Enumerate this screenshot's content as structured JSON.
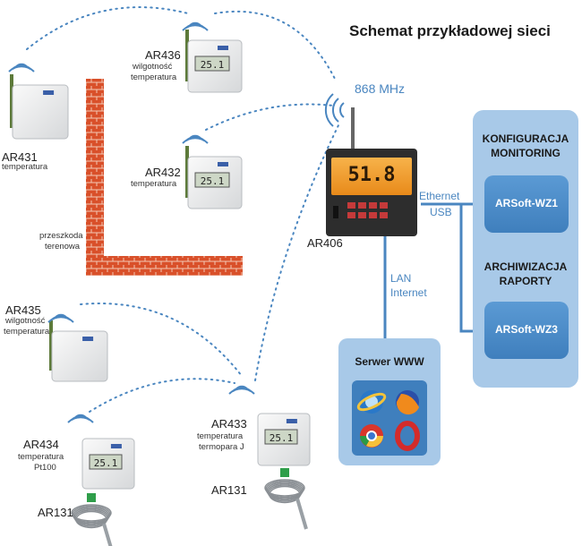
{
  "title": "Schemat przykładowej sieci",
  "frequency": "868 MHz",
  "devices": {
    "ar431": {
      "name": "AR431",
      "desc": "temperatura"
    },
    "ar436": {
      "name": "AR436",
      "desc1": "wilgotność",
      "desc2": "temperatura"
    },
    "ar432": {
      "name": "AR432",
      "desc": "temperatura"
    },
    "ar435": {
      "name": "AR435",
      "desc1": "wilgotność",
      "desc2": "temperatura"
    },
    "ar434": {
      "name": "AR434",
      "desc1": "temperatura",
      "desc2": "Pt100"
    },
    "ar433": {
      "name": "AR433",
      "desc1": "temperatura",
      "desc2": "termopara J"
    },
    "ar406": {
      "name": "AR406",
      "display": "51.8"
    },
    "probe_left": {
      "name": "AR131"
    },
    "probe_right": {
      "name": "AR131"
    },
    "sensor_display": "25.1"
  },
  "obstacle": {
    "line1": "przeszkoda",
    "line2": "terenowa"
  },
  "links": {
    "ethernet": "Ethernet",
    "usb": "USB",
    "lan": "LAN",
    "internet": "Internet"
  },
  "right_panel": {
    "header1_line1": "KONFIGURACJA",
    "header1_line2": "MONITORING",
    "software1": "ARSoft-WZ1",
    "header2_line1": "ARCHIWIZACJA",
    "header2_line2": "RAPORTY",
    "software2": "ARSoft-WZ3"
  },
  "server": {
    "label": "Serwer WWW"
  },
  "colors": {
    "panel": "#a8c9e8",
    "button": "#4f8fcb",
    "link": "#4a86c0",
    "brick": "#d9502a"
  },
  "icons": [
    "internet-explorer-icon",
    "firefox-icon",
    "chrome-icon",
    "opera-icon"
  ]
}
